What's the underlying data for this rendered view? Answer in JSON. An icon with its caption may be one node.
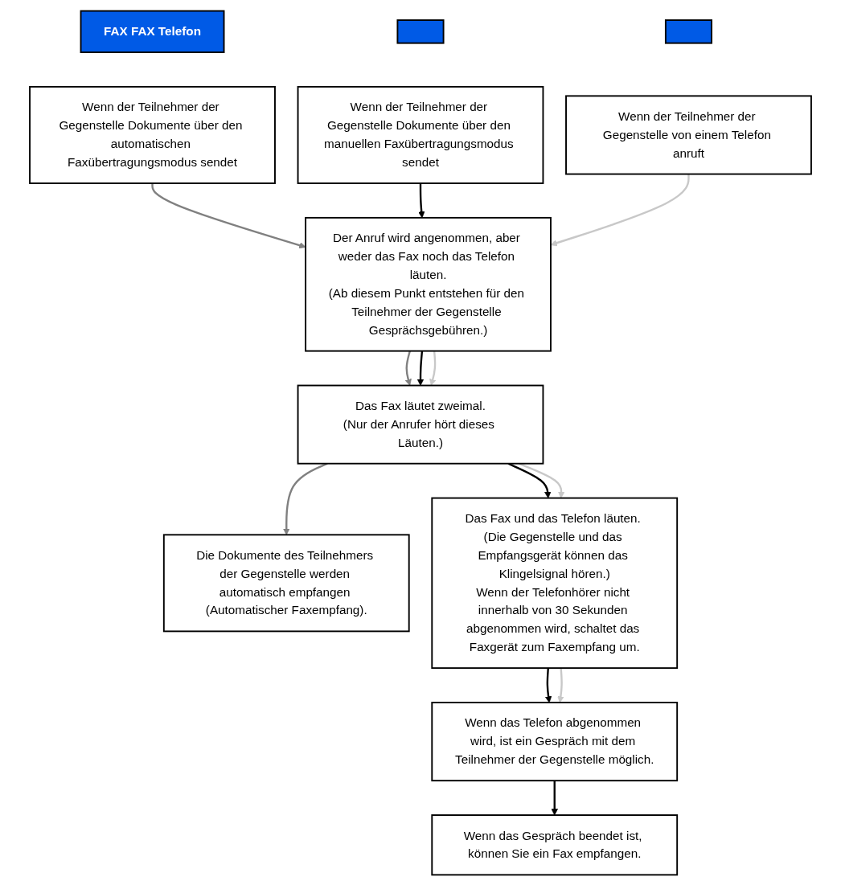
{
  "diagram": {
    "nodes": [
      {
        "text": [
          "FAX FAX Telefon"
        ]
      },
      {
        "text": [],
        "shape": "bar"
      },
      {
        "text": [],
        "shape": "bar"
      },
      {
        "text": [
          "Wenn der Teilnehmer der Gegenstelle Dokumente über den automatischen Faxübertragungsmodus sendet"
        ]
      },
      {
        "text": [
          "Wenn der Teilnehmer der Gegenstelle Dokumente über den manuellen Faxübertragungsmodus sendet"
        ]
      },
      {
        "text": [
          "Wenn der Teilnehmer der Gegenstelle von einem Telefon anruft"
        ]
      },
      {
        "text": [
          "Der Anruf wird angenommen, aber weder das Fax noch das Telefon läuten.",
          "(Ab diesem Punkt entstehen für den Teilnehmer der Gegenstelle Gesprächsgebühren.)"
        ]
      },
      {
        "text": [
          "Das Fax läutet zweimal.",
          "(Nur der Anrufer hört dieses Läuten.)"
        ]
      },
      {
        "text": [
          "Die Dokumente des Teilnehmers der Gegenstelle werden automatisch empfangen (Automatischer Faxempfang)."
        ]
      },
      {
        "text": [
          "Das Fax und das Telefon läuten. (Die Gegenstelle und das Empfangsgerät können das Klingelsignal hören.)",
          "Wenn der Telefonhörer nicht innerhalb von 30 Sekunden abgenommen wird, schaltet das Faxgerät zum Faxempfang um."
        ]
      },
      {
        "text": [
          "Wenn das Telefon abgenommen wird, ist ein Gespräch mit dem Teilnehmer der Gegenstelle möglich."
        ]
      },
      {
        "text": [
          "Wenn das Gespräch beendet ist, können Sie ein Fax empfangen."
        ]
      }
    ],
    "edges": [
      {
        "from": 3,
        "to": 6,
        "arrow": "to",
        "color": "#808080"
      },
      {
        "from": 4,
        "to": 6,
        "arrow": "to"
      },
      {
        "from": 5,
        "to": 6,
        "arrow": "to",
        "color": "#c8c8c8"
      },
      {
        "from": 6,
        "to": 7,
        "arrow": "to",
        "color": "#808080"
      },
      {
        "from": 6,
        "to": 7,
        "arrow": "to"
      },
      {
        "from": 6,
        "to": 7,
        "arrow": "to",
        "color": "#c8c8c8"
      },
      {
        "from": 7,
        "to": 8,
        "arrow": "to",
        "color": "#808080"
      },
      {
        "from": 7,
        "to": 9,
        "arrow": "to"
      },
      {
        "from": 7,
        "to": 9,
        "arrow": "to",
        "color": "#c8c8c8"
      },
      {
        "from": 9,
        "to": 10,
        "arrow": "to"
      },
      {
        "from": 9,
        "to": 10,
        "arrow": "to",
        "color": "#c8c8c8"
      },
      {
        "from": 10,
        "to": 11,
        "arrow": "to"
      }
    ]
  }
}
